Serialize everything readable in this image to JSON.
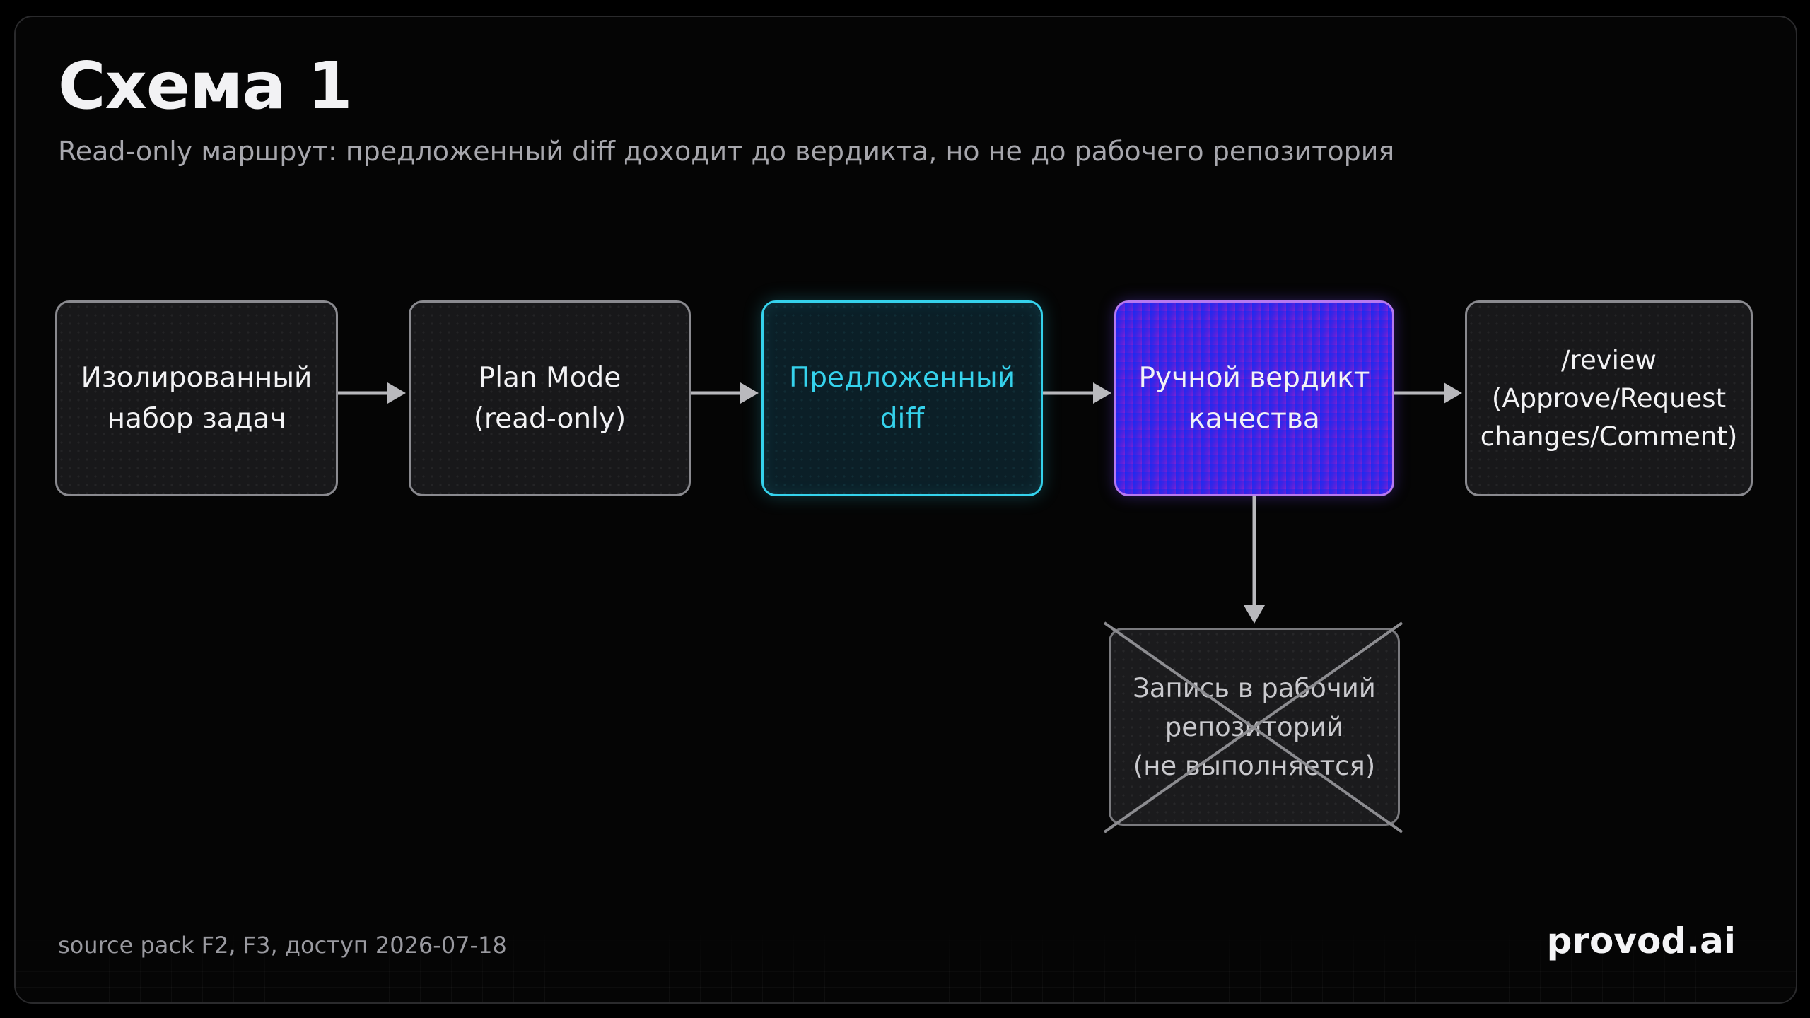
{
  "header": {
    "title": "Схема 1",
    "subtitle": "Read-only маршрут: предложенный diff доходит до вердикта, но не до рабочего репозитория"
  },
  "nodes": {
    "isolated": "Изолированный\nнабор задач",
    "plan": "Plan Mode\n(read-only)",
    "diff": "Предложенный\ndiff",
    "verdict": "Ручной вердикт\nкачества",
    "review": "/review\n(Approve/Request\nchanges/Comment)",
    "write": "Запись в рабочий\nрепозиторий\n(не выполняется)"
  },
  "footer": {
    "source": "source pack F2, F3, доступ 2026-07-18",
    "brand": "provod.ai"
  },
  "colors": {
    "background": "#000000",
    "node_border": "#8a8a8f",
    "diff_accent": "#35d2ec",
    "verdict_gradient_start": "#1a2bf0",
    "verdict_gradient_end": "#7a24d4",
    "arrow": "#b9b9bd",
    "cross": "#8c8c90"
  }
}
